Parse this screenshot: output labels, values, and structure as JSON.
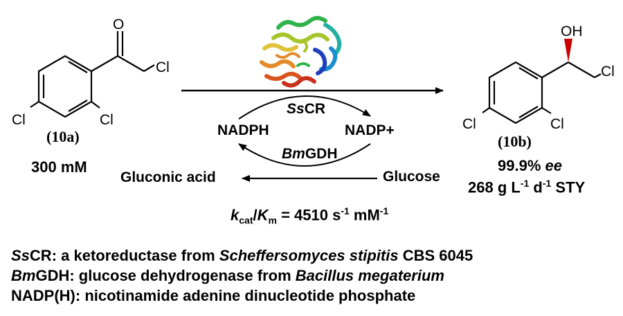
{
  "substrate": {
    "atoms": {
      "oxygen": "O",
      "chlorine_side_chain": "Cl",
      "chlorine_para": "Cl",
      "chlorine_ortho": "Cl"
    },
    "compound_id": "(10a)",
    "concentration": "300 mM"
  },
  "product": {
    "atoms": {
      "hydroxyl": "OH",
      "chlorine_side_chain": "Cl",
      "chlorine_para": "Cl",
      "chlorine_ortho": "Cl"
    },
    "compound_id": "(10b)",
    "ee_value": "99.9%",
    "ee_unit": "ee",
    "sty_prefix": "268 g L",
    "sty_exp1": "-1",
    "sty_mid": " d",
    "sty_exp2": "-1",
    "sty_suffix": " STY"
  },
  "cofactor_cycle": {
    "enzyme_top_prefix": "Ss",
    "enzyme_top_suffix": "CR",
    "enzyme_bottom_prefix": "Bm",
    "enzyme_bottom_suffix": "GDH",
    "reduced_cofactor": "NADPH",
    "oxidized_cofactor": "NADP+",
    "cosubstrate": "Glucose",
    "coproduct": "Gluconic acid"
  },
  "kinetics": {
    "k": "k",
    "k_sub": "cat",
    "slash": "/",
    "K": "K",
    "K_sub": "m",
    "value_prefix": " = 4510 s",
    "exp1": "-1",
    "mid": " mM",
    "exp2": "-1"
  },
  "definitions": [
    {
      "abbr_italic": "Ss",
      "abbr_rest": "CR",
      "text_before": ": a ketoreductase from ",
      "text_italic": "Scheffersomyces stipitis",
      "text_after": " CBS 6045"
    },
    {
      "abbr_italic": "Bm",
      "abbr_rest": "GDH",
      "text_before": ": glucose dehydrogenase from ",
      "text_italic": "Bacillus megaterium",
      "text_after": ""
    },
    {
      "abbr_italic": "",
      "abbr_rest": "NADP(H)",
      "text_before": ": nicotinamide adenine dinucleotide phosphate",
      "text_italic": "",
      "text_after": ""
    }
  ],
  "colors": {
    "protein_ribbon": [
      "#1f3fbf",
      "#1a8fd0",
      "#20b0a0",
      "#2fb34a",
      "#a6c52a",
      "#e0c23a",
      "#e38a2a",
      "#d9541f",
      "#c8311c"
    ],
    "stereo_wedge": "#cc0000"
  },
  "icons": [
    "protein-structure-icon",
    "reaction-arrow-icon",
    "stereo-wedge-icon"
  ]
}
